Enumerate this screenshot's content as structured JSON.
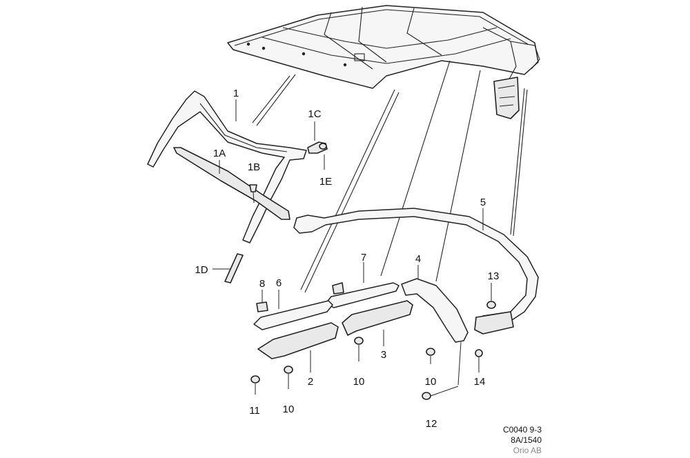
{
  "callouts": {
    "c1": "1",
    "c1a": "1A",
    "c1b": "1B",
    "c1c": "1C",
    "c1d": "1D",
    "c1e": "1E",
    "c2": "2",
    "c3": "3",
    "c4": "4",
    "c5": "5",
    "c6": "6",
    "c7": "7",
    "c8": "8",
    "c10a": "10",
    "c10b": "10",
    "c10c": "10",
    "c11": "11",
    "c12": "12",
    "c13": "13",
    "c14": "14"
  },
  "footer": {
    "line1": "C0040 9-3",
    "line2": "8A/1540",
    "line3": "Orio AB"
  }
}
